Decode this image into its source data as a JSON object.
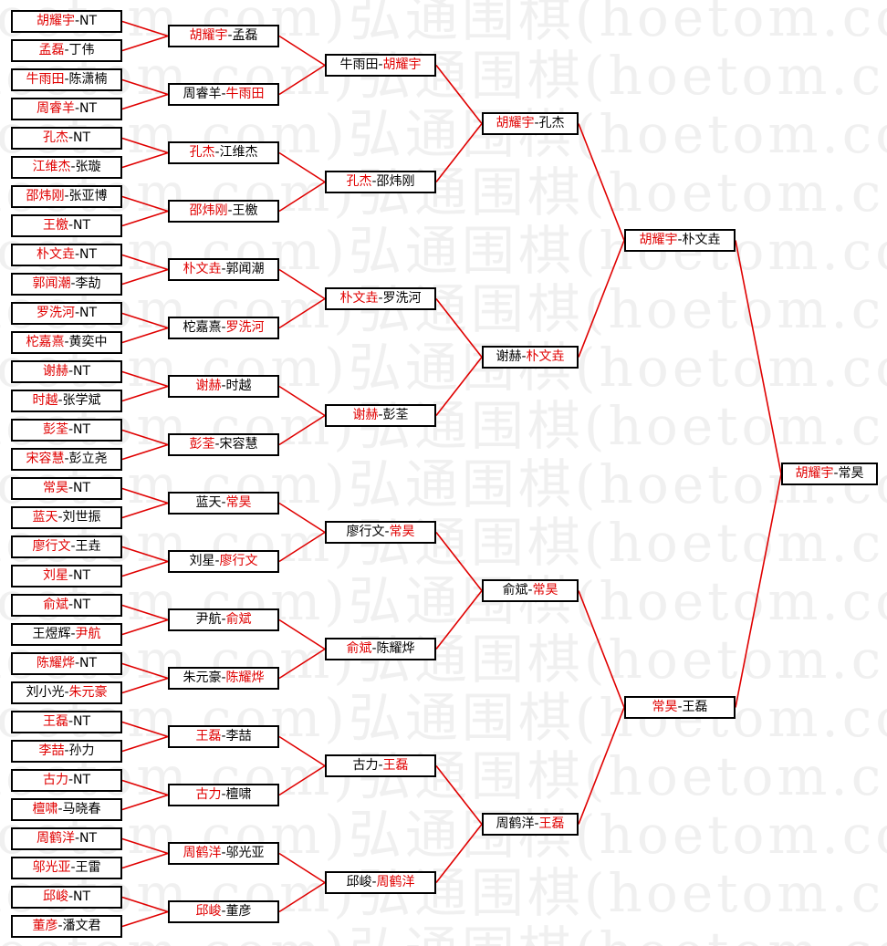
{
  "watermark": "弘通围棋(hoetom.com)",
  "colors": {
    "winner": "#e00000",
    "text": "#000000",
    "line": "#e00000",
    "box_border": "#000000"
  },
  "rounds": [
    [
      {
        "a": "胡耀宇",
        "b": "NT",
        "winner": "a"
      },
      {
        "a": "孟磊",
        "b": "丁伟",
        "winner": "a"
      },
      {
        "a": "牛雨田",
        "b": "陈潇楠",
        "winner": "a"
      },
      {
        "a": "周睿羊",
        "b": "NT",
        "winner": "a"
      },
      {
        "a": "孔杰",
        "b": "NT",
        "winner": "a"
      },
      {
        "a": "江维杰",
        "b": "张璇",
        "winner": "a"
      },
      {
        "a": "邵炜刚",
        "b": "张亚博",
        "winner": "a"
      },
      {
        "a": "王檄",
        "b": "NT",
        "winner": "a"
      },
      {
        "a": "朴文垚",
        "b": "NT",
        "winner": "a"
      },
      {
        "a": "郭闻潮",
        "b": "李劼",
        "winner": "a"
      },
      {
        "a": "罗洗河",
        "b": "NT",
        "winner": "a"
      },
      {
        "a": "柁嘉熹",
        "b": "黄奕中",
        "winner": "a"
      },
      {
        "a": "谢赫",
        "b": "NT",
        "winner": "a"
      },
      {
        "a": "时越",
        "b": "张学斌",
        "winner": "a"
      },
      {
        "a": "彭荃",
        "b": "NT",
        "winner": "a"
      },
      {
        "a": "宋容慧",
        "b": "彭立尧",
        "winner": "a"
      },
      {
        "a": "常昊",
        "b": "NT",
        "winner": "a"
      },
      {
        "a": "蓝天",
        "b": "刘世振",
        "winner": "a"
      },
      {
        "a": "廖行文",
        "b": "王垚",
        "winner": "a"
      },
      {
        "a": "刘星",
        "b": "NT",
        "winner": "a"
      },
      {
        "a": "俞斌",
        "b": "NT",
        "winner": "a"
      },
      {
        "a": "王煜辉",
        "b": "尹航",
        "winner": "b"
      },
      {
        "a": "陈耀烨",
        "b": "NT",
        "winner": "a"
      },
      {
        "a": "刘小光",
        "b": "朱元豪",
        "winner": "b"
      },
      {
        "a": "王磊",
        "b": "NT",
        "winner": "a"
      },
      {
        "a": "李喆",
        "b": "孙力",
        "winner": "a"
      },
      {
        "a": "古力",
        "b": "NT",
        "winner": "a"
      },
      {
        "a": "檀啸",
        "b": "马晓春",
        "winner": "a"
      },
      {
        "a": "周鹤洋",
        "b": "NT",
        "winner": "a"
      },
      {
        "a": "邬光亚",
        "b": "王雷",
        "winner": "a"
      },
      {
        "a": "邱峻",
        "b": "NT",
        "winner": "a"
      },
      {
        "a": "董彦",
        "b": "潘文君",
        "winner": "a"
      }
    ],
    [
      {
        "a": "胡耀宇",
        "b": "孟磊",
        "winner": "a"
      },
      {
        "a": "周睿羊",
        "b": "牛雨田",
        "winner": "b"
      },
      {
        "a": "孔杰",
        "b": "江维杰",
        "winner": "a"
      },
      {
        "a": "邵炜刚",
        "b": "王檄",
        "winner": "a"
      },
      {
        "a": "朴文垚",
        "b": "郭闻潮",
        "winner": "a"
      },
      {
        "a": "柁嘉熹",
        "b": "罗洗河",
        "winner": "b"
      },
      {
        "a": "谢赫",
        "b": "时越",
        "winner": "a"
      },
      {
        "a": "彭荃",
        "b": "宋容慧",
        "winner": "a"
      },
      {
        "a": "蓝天",
        "b": "常昊",
        "winner": "b"
      },
      {
        "a": "刘星",
        "b": "廖行文",
        "winner": "b"
      },
      {
        "a": "尹航",
        "b": "俞斌",
        "winner": "b"
      },
      {
        "a": "朱元豪",
        "b": "陈耀烨",
        "winner": "b"
      },
      {
        "a": "王磊",
        "b": "李喆",
        "winner": "a"
      },
      {
        "a": "古力",
        "b": "檀啸",
        "winner": "a"
      },
      {
        "a": "周鹤洋",
        "b": "邬光亚",
        "winner": "a"
      },
      {
        "a": "邱峻",
        "b": "董彦",
        "winner": "a"
      }
    ],
    [
      {
        "a": "牛雨田",
        "b": "胡耀宇",
        "winner": "b"
      },
      {
        "a": "孔杰",
        "b": "邵炜刚",
        "winner": "a"
      },
      {
        "a": "朴文垚",
        "b": "罗洗河",
        "winner": "a"
      },
      {
        "a": "谢赫",
        "b": "彭荃",
        "winner": "a"
      },
      {
        "a": "廖行文",
        "b": "常昊",
        "winner": "b"
      },
      {
        "a": "俞斌",
        "b": "陈耀烨",
        "winner": "a"
      },
      {
        "a": "古力",
        "b": "王磊",
        "winner": "b"
      },
      {
        "a": "邱峻",
        "b": "周鹤洋",
        "winner": "b"
      }
    ],
    [
      {
        "a": "胡耀宇",
        "b": "孔杰",
        "winner": "a"
      },
      {
        "a": "谢赫",
        "b": "朴文垚",
        "winner": "b"
      },
      {
        "a": "俞斌",
        "b": "常昊",
        "winner": "b"
      },
      {
        "a": "周鹤洋",
        "b": "王磊",
        "winner": "b"
      }
    ],
    [
      {
        "a": "胡耀宇",
        "b": "朴文垚",
        "winner": "a"
      },
      {
        "a": "常昊",
        "b": "王磊",
        "winner": "a"
      }
    ],
    [
      {
        "a": "胡耀宇",
        "b": "常昊",
        "winner": "a"
      }
    ]
  ]
}
